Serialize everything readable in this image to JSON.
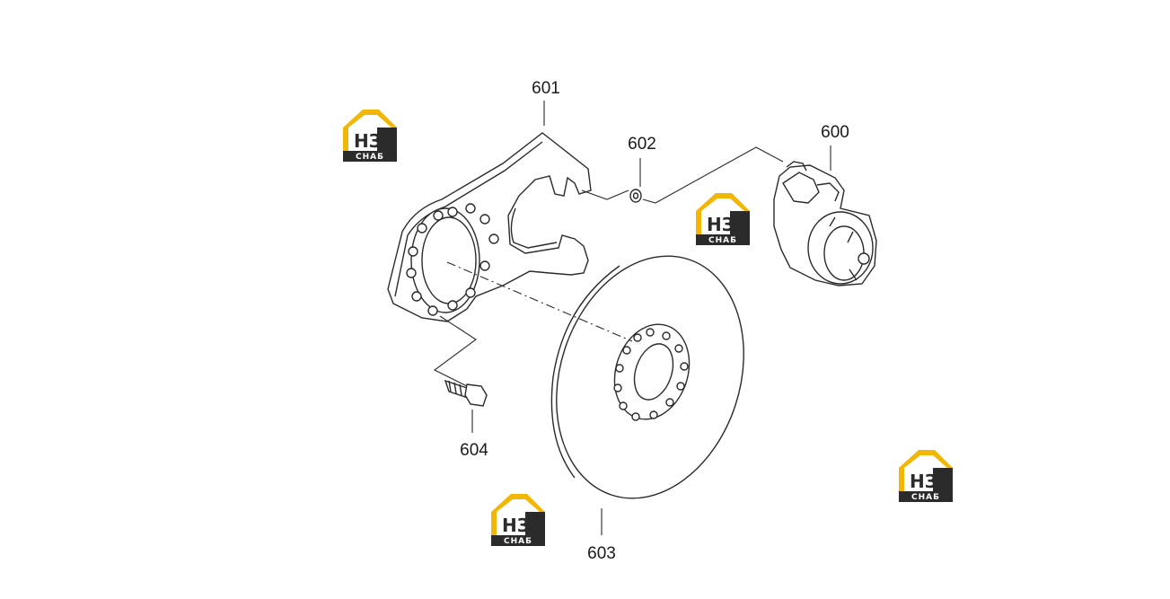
{
  "parts": [
    {
      "id": "p600",
      "label": "600"
    },
    {
      "id": "p601",
      "label": "601"
    },
    {
      "id": "p602",
      "label": "602"
    },
    {
      "id": "p603",
      "label": "603"
    },
    {
      "id": "p604",
      "label": "604"
    }
  ],
  "watermark": {
    "main": "НЗ",
    "sub": "СНАБ",
    "accent_color": "#f2b705",
    "dark_color": "#2b2b2b"
  },
  "colors": {
    "line": "#2a2a2a",
    "background": "#ffffff"
  }
}
